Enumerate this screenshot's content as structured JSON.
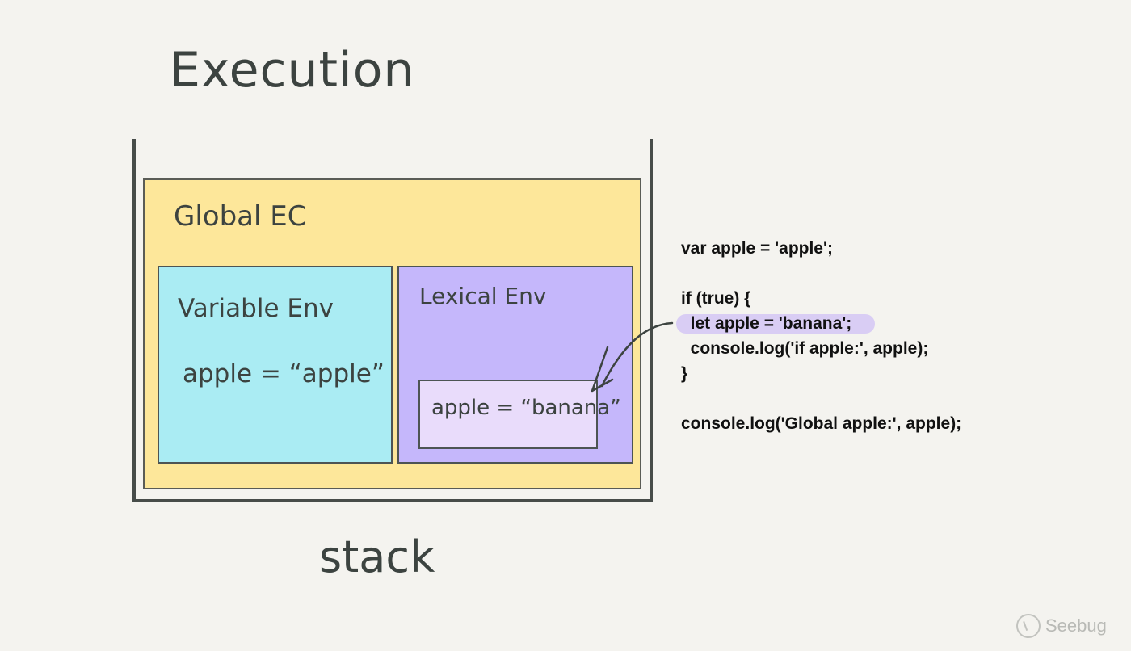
{
  "title": "Execution",
  "stack_label": "stack",
  "global_ec": {
    "label": "Global EC",
    "variable_env": {
      "label": "Variable Env",
      "value": "apple = “apple”"
    },
    "lexical_env": {
      "label": "Lexical Env",
      "block_value": "apple = “banana”"
    }
  },
  "code": {
    "lines": [
      "var apple = 'apple';",
      "",
      "if (true) {",
      "  let apple = 'banana';",
      "  console.log('if apple:', apple);",
      "}",
      "",
      "console.log('Global apple:', apple);"
    ],
    "highlight_line_index": 3,
    "highlight_color": "#d9cdf4"
  },
  "colors": {
    "global_ec": "#fde79a",
    "variable_env": "#aaecf3",
    "lexical_env": "#c5b7fb",
    "block_env": "#e9dcfb"
  },
  "watermark": {
    "icon": "seebug-icon",
    "text": "Seebug"
  }
}
